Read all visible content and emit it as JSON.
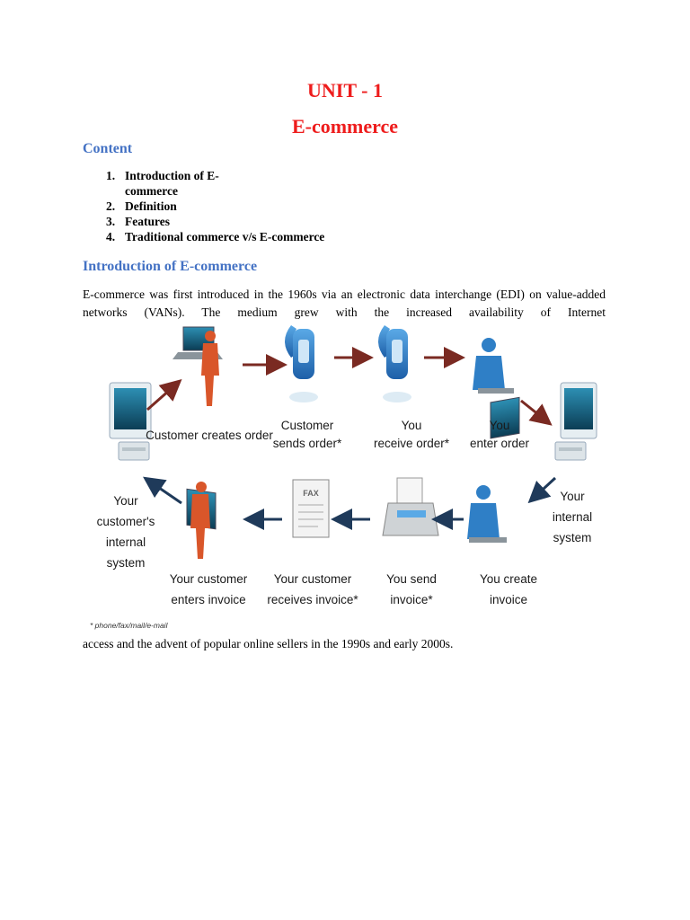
{
  "header": {
    "unit": "UNIT - 1",
    "subject": "E-commerce"
  },
  "content": {
    "heading": "Content",
    "items": [
      {
        "num": "1.",
        "text": "Introduction of E-",
        "cont": "commerce"
      },
      {
        "num": "2.",
        "text": "Definition"
      },
      {
        "num": "3.",
        "text": "Features"
      },
      {
        "num": "4.",
        "text": "Traditional commerce v/s E-commerce"
      }
    ]
  },
  "intro": {
    "heading": "Introduction of E-commerce",
    "para_top": "E-commerce was first introduced in the 1960s via an electronic data interchange (EDI) on value-added networks (VANs). The medium grew with the increased availability of Internet",
    "para_bottom": "access and the advent of popular online sellers in the 1990s and early 2000s."
  },
  "diagram": {
    "customer_creates_order": "Customer creates order",
    "customer_sends_order_1": "Customer",
    "customer_sends_order_2": "sends order*",
    "you_receive_order_1": "You",
    "you_receive_order_2": "receive order*",
    "you_enter_order_1": "You",
    "you_enter_order_2": "enter order",
    "your_internal_system": [
      "Your",
      "internal",
      "system"
    ],
    "customers_internal_system": [
      "Your",
      "customer's",
      "internal",
      "system"
    ],
    "customer_enters_invoice": [
      "Your customer",
      "enters invoice"
    ],
    "customer_receives_invoice": [
      "Your customer",
      "receives invoice*"
    ],
    "you_send_invoice": [
      "You send",
      "invoice*"
    ],
    "you_create_invoice": [
      "You create",
      "invoice"
    ],
    "fax_text": "FAX",
    "footnote": "* phone/fax/mail/e-mail",
    "colors": {
      "arrow_top": "#7a2a22",
      "arrow_bottom": "#1f3a5a",
      "person": "#d9562a",
      "phone": "#2f7fc6",
      "monitor": "#1f6f8f"
    }
  }
}
